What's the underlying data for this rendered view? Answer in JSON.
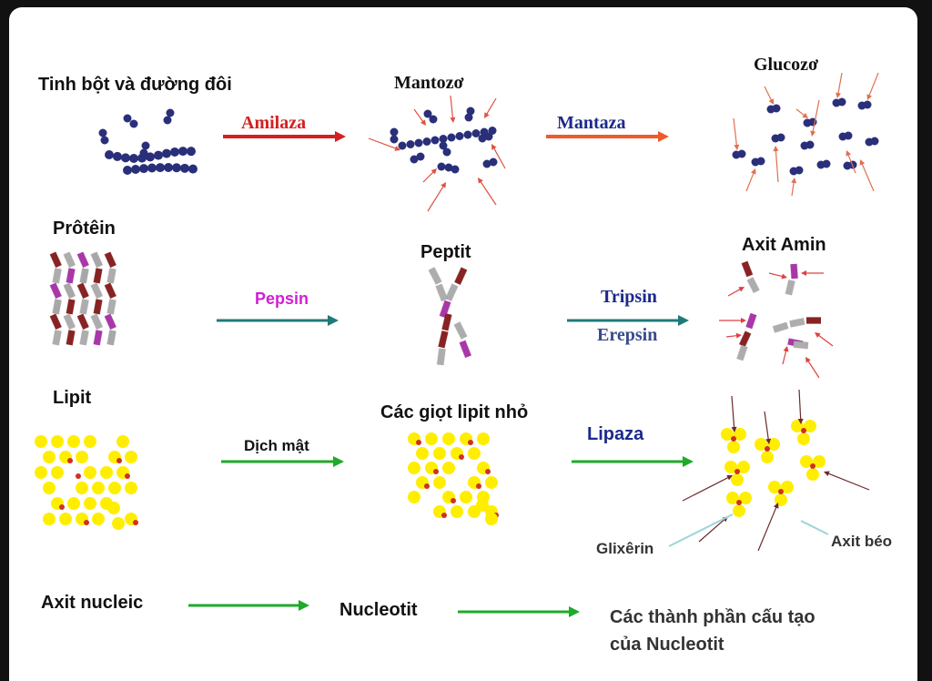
{
  "rows": {
    "carbohydrate": {
      "substrate": "Tinh bột và đường đôi",
      "enzyme1": "Amilaza",
      "intermediate": "Mantozơ",
      "enzyme2": "Mantaza",
      "product": "Glucozơ"
    },
    "protein": {
      "substrate": "Prôtêin",
      "enzyme1": "Pepsin",
      "intermediate": "Peptit",
      "enzyme2a": "Tripsin",
      "enzyme2b": "Erepsin",
      "product": "Axit Amin"
    },
    "lipid": {
      "substrate": "Lipit",
      "agent1": "Dịch mật",
      "intermediate": "Các giọt lipit nhỏ",
      "enzyme2": "Lipaza",
      "product_a": "Glixêrin",
      "product_b": "Axit béo"
    },
    "nucleic": {
      "substrate": "Axit nucleic",
      "intermediate": "Nucleotit",
      "product_line1": "Các thành phần cấu tạo",
      "product_line2": "của Nucleotit"
    }
  },
  "colors": {
    "amilaza": "#d42020",
    "mantaza": "#1c2a8c",
    "pepsin": "#d020d0",
    "teal_arrow": "#1f7a7a",
    "green_arrow": "#1faa2a",
    "glucose": "#2a2f7a",
    "fat": "#ffee00"
  }
}
